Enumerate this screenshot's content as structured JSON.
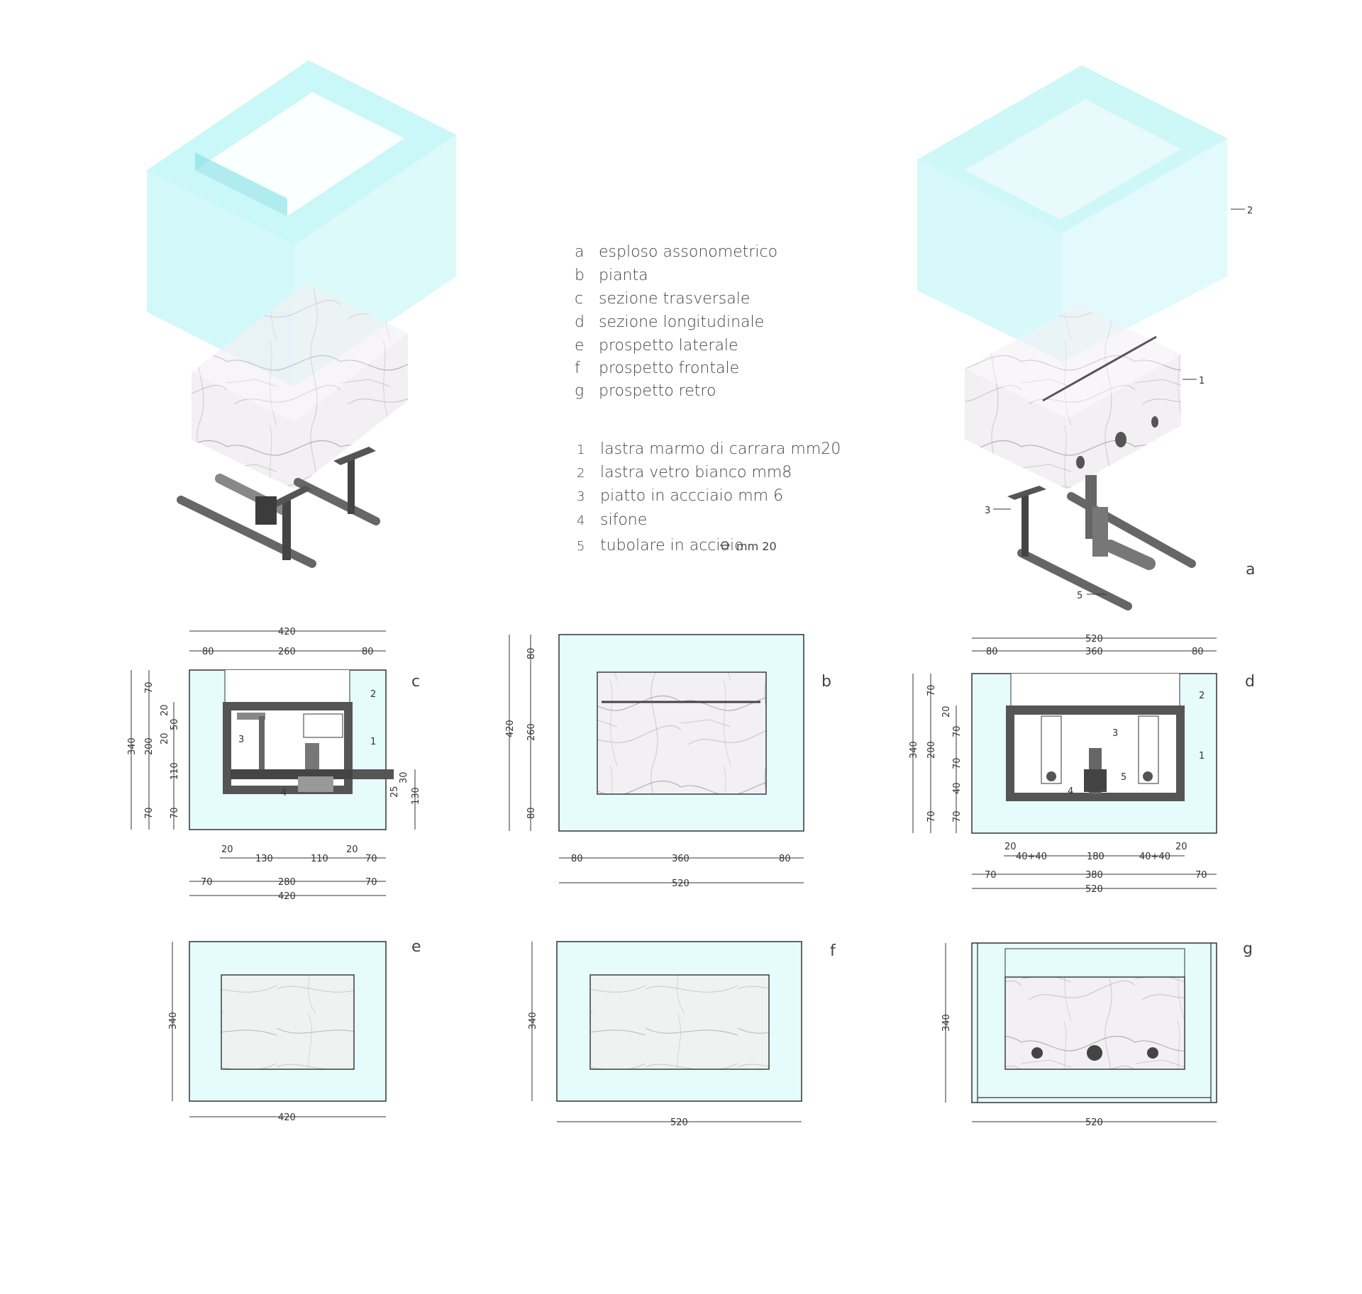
{
  "legend": {
    "views": [
      {
        "key": "a",
        "text": "esploso assonometrico"
      },
      {
        "key": "b",
        "text": "pianta"
      },
      {
        "key": "c",
        "text": "sezione trasversale"
      },
      {
        "key": "d",
        "text": "sezione longitudinale"
      },
      {
        "key": "e",
        "text": "prospetto laterale"
      },
      {
        "key": "f",
        "text": "prospetto frontale"
      },
      {
        "key": "g",
        "text": "prospetto retro"
      }
    ],
    "materials": [
      {
        "key": "1",
        "text": "lastra  marmo di carrara mm20"
      },
      {
        "key": "2",
        "text": "lastra vetro bianco mm8"
      },
      {
        "key": "3",
        "text": "piatto in accciaio mm 6"
      },
      {
        "key": "4",
        "text": "sifone"
      },
      {
        "key": "5",
        "text": "tubolare in acciaio",
        "dia": "mm 20"
      }
    ]
  },
  "view_labels": {
    "a": "a",
    "b": "b",
    "c": "c",
    "d": "d",
    "e": "e",
    "f": "f",
    "g": "g"
  },
  "callouts": {
    "one": "1",
    "two": "2",
    "three": "3",
    "four": "4",
    "five": "5"
  },
  "dims": {
    "c": {
      "top_total": "420",
      "top_left": "80",
      "top_mid": "260",
      "top_right": "80",
      "left_total": "340",
      "left_top": "70",
      "left_mid": "200",
      "left_bot": "70",
      "inner_a": "20",
      "inner_b": "50",
      "inner_c": "20",
      "inner_d": "110",
      "inner_e": "70",
      "right_a": "25",
      "right_b": "30",
      "right_c": "130",
      "bot_a": "20",
      "bot_b": "130",
      "bot_c": "110",
      "bot_d": "20",
      "bot_e": "70",
      "bot2_left": "70",
      "bot2_mid": "280",
      "bot2_right": "70",
      "bot3_total": "420"
    },
    "b": {
      "left_total": "420",
      "left_top": "80",
      "left_mid": "260",
      "left_bot": "80",
      "bot_left": "80",
      "bot_mid": "360",
      "bot_right": "80",
      "bot_total": "520"
    },
    "d": {
      "top_total": "520",
      "top_left": "80",
      "top_mid": "360",
      "top_right": "80",
      "left_total": "340",
      "left_top": "70",
      "left_mid": "200",
      "left_bot": "70",
      "inner_a": "20",
      "inner_b": "70",
      "inner_c": "70",
      "inner_d": "40",
      "inner_e": "70",
      "bot_a": "20",
      "bot_b": "40+40",
      "bot_c": "180",
      "bot_d": "40+40",
      "bot_e": "20",
      "bot2_left": "70",
      "bot2_mid": "380",
      "bot2_right": "70",
      "bot3_total": "520"
    },
    "e": {
      "height": "340",
      "width": "420"
    },
    "f": {
      "height": "340",
      "width": "520"
    },
    "g": {
      "height": "340",
      "width": "520"
    }
  },
  "colors": {
    "glass": "#9ef0f2",
    "glass_light": "#e6fbfb",
    "marble": "#f2eef2",
    "steel": "#6a6a6a",
    "line": "#333333"
  }
}
